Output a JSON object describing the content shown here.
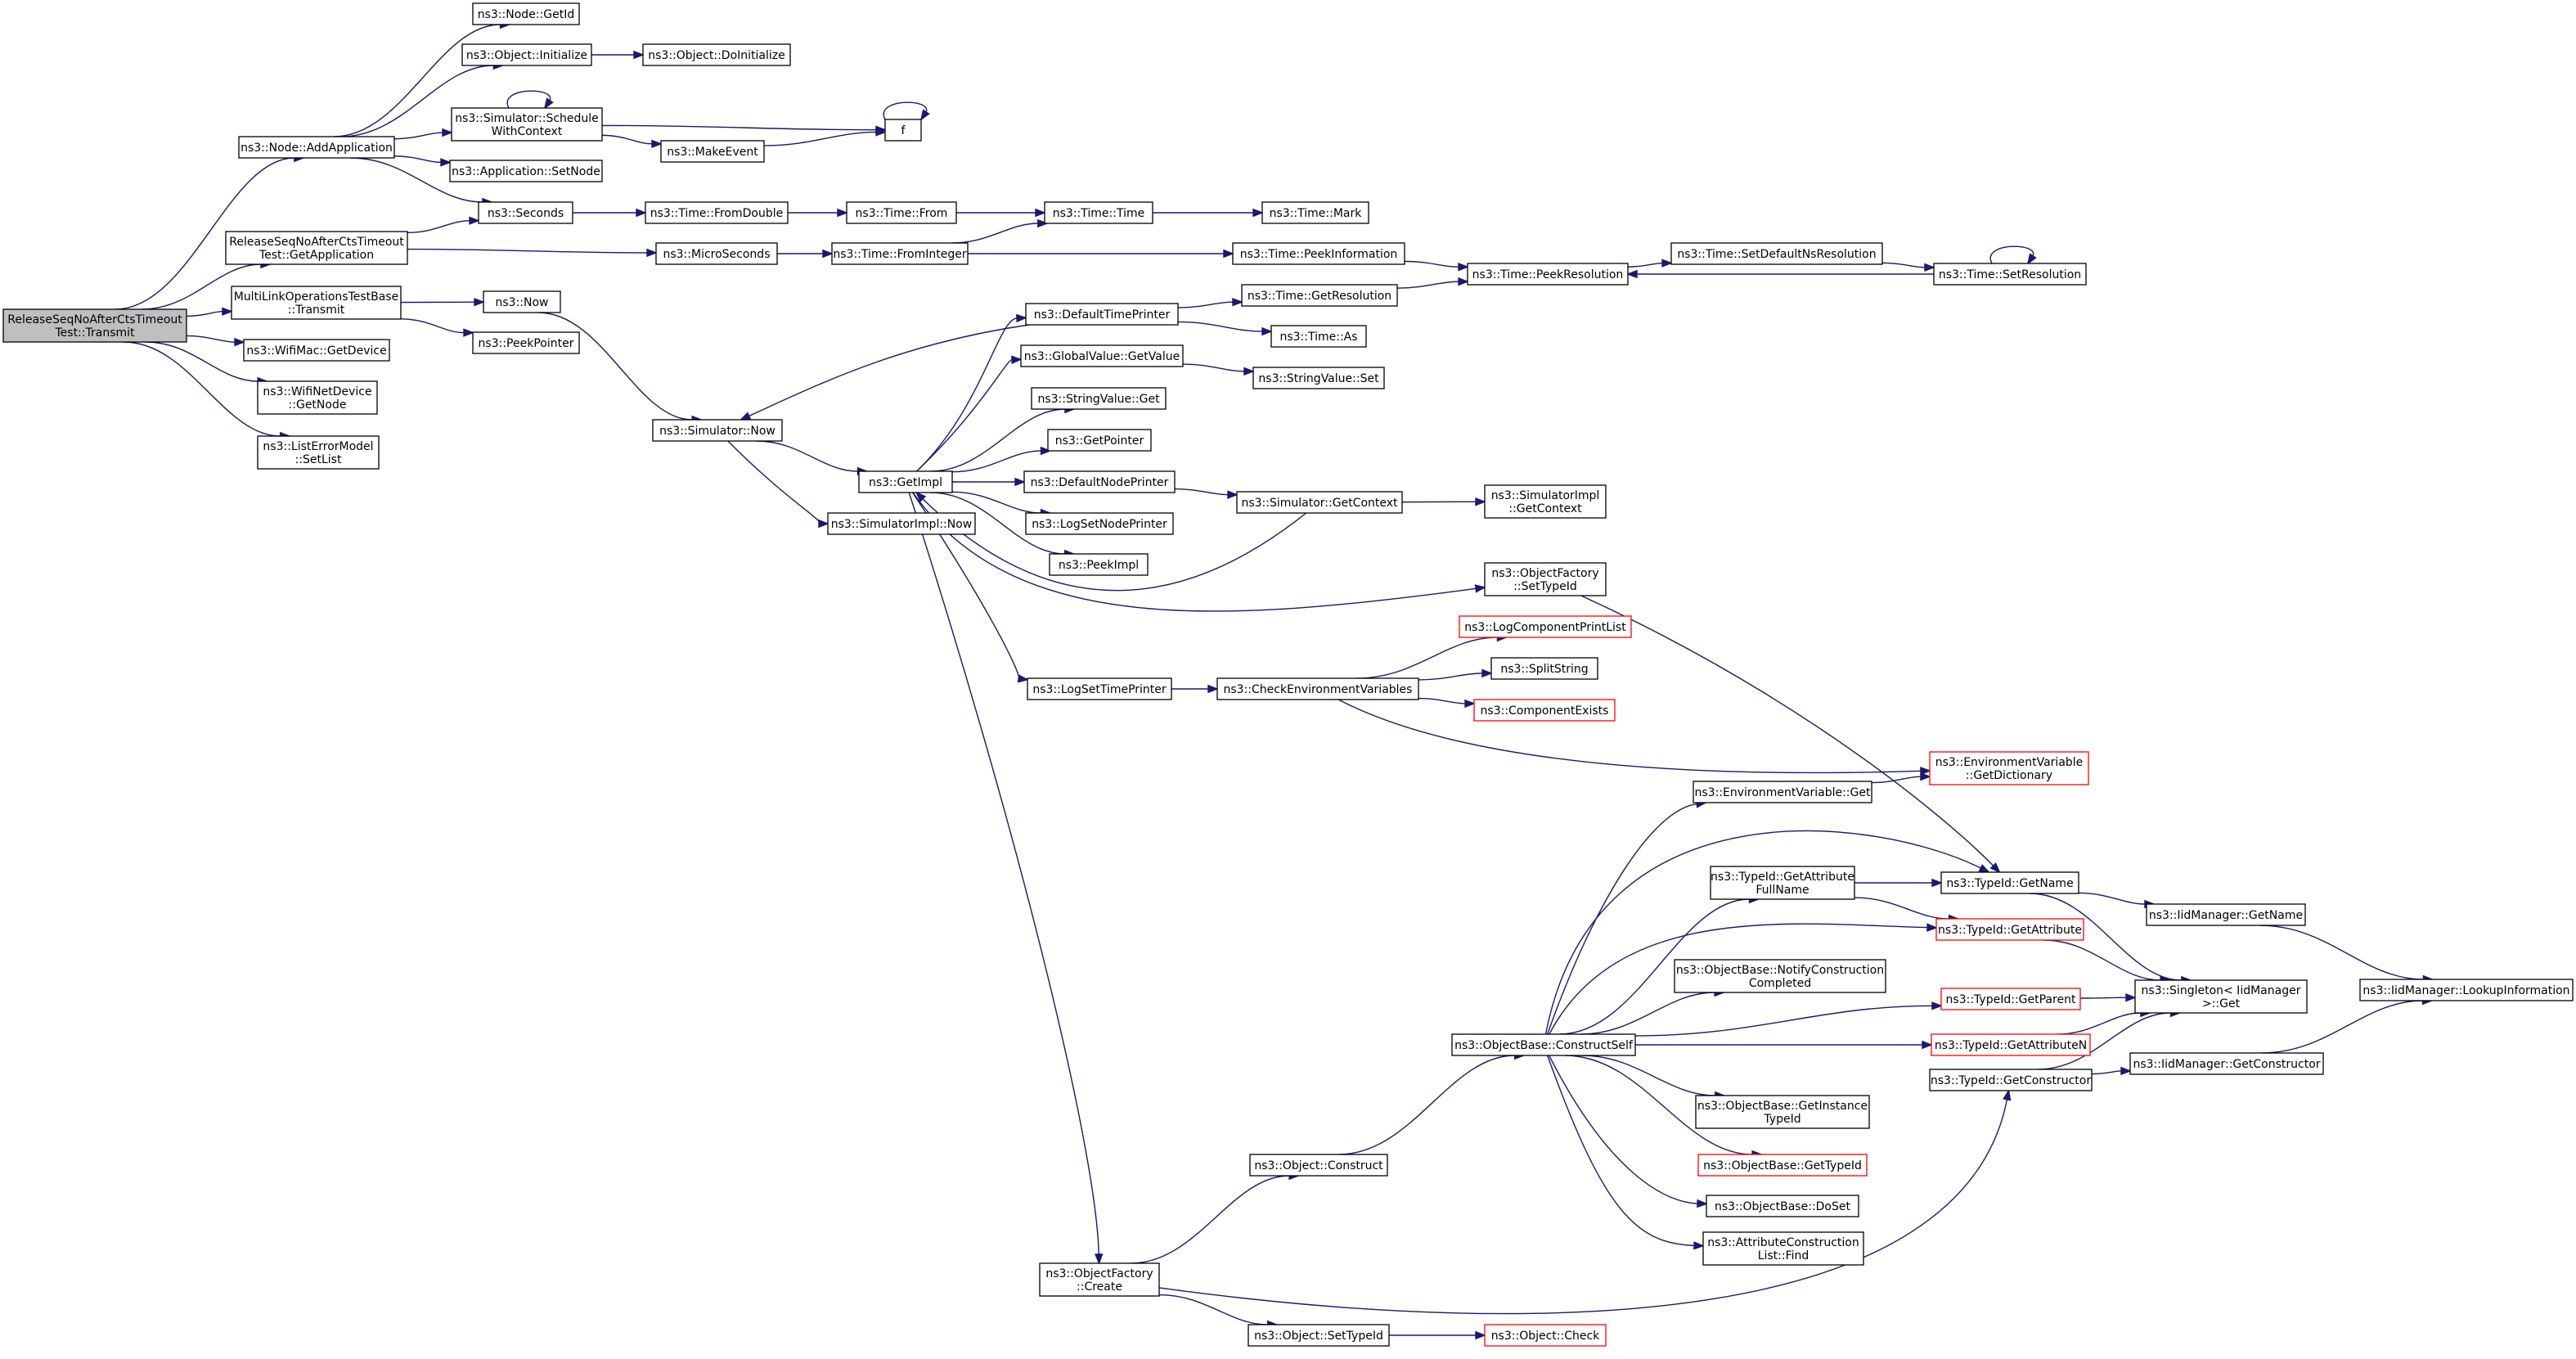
{
  "nodes": [
    {
      "id": "root",
      "lines": [
        "ReleaseSeqNoAfterCtsTimeout",
        "Test::Transmit"
      ],
      "root": true
    },
    {
      "id": "addapp",
      "lines": [
        "ns3::Node::AddApplication"
      ]
    },
    {
      "id": "relgetapp",
      "lines": [
        "ReleaseSeqNoAfterCtsTimeout",
        "Test::GetApplication"
      ]
    },
    {
      "id": "mlotransmit",
      "lines": [
        "MultiLinkOperationsTestBase",
        "::Transmit"
      ]
    },
    {
      "id": "wifimacgetdev",
      "lines": [
        "ns3::WifiMac::GetDevice"
      ]
    },
    {
      "id": "wifinetgetnode",
      "lines": [
        "ns3::WifiNetDevice",
        "::GetNode"
      ]
    },
    {
      "id": "listerr",
      "lines": [
        "ns3::ListErrorModel",
        "::SetList"
      ]
    },
    {
      "id": "nodegetid",
      "lines": [
        "ns3::Node::GetId"
      ]
    },
    {
      "id": "objinit",
      "lines": [
        "ns3::Object::Initialize"
      ]
    },
    {
      "id": "simsched",
      "lines": [
        "ns3::Simulator::Schedule",
        "WithContext"
      ]
    },
    {
      "id": "appsetnode",
      "lines": [
        "ns3::Application::SetNode"
      ]
    },
    {
      "id": "seconds",
      "lines": [
        "ns3::Seconds"
      ]
    },
    {
      "id": "objdoinit",
      "lines": [
        "ns3::Object::DoInitialize"
      ]
    },
    {
      "id": "f",
      "lines": [
        "f"
      ]
    },
    {
      "id": "makeevent",
      "lines": [
        "ns3::MakeEvent"
      ]
    },
    {
      "id": "tfromdouble",
      "lines": [
        "ns3::Time::FromDouble"
      ]
    },
    {
      "id": "tfrom",
      "lines": [
        "ns3::Time::From"
      ]
    },
    {
      "id": "ttime",
      "lines": [
        "ns3::Time::Time"
      ]
    },
    {
      "id": "tmark",
      "lines": [
        "ns3::Time::Mark"
      ]
    },
    {
      "id": "microsec",
      "lines": [
        "ns3::MicroSeconds"
      ]
    },
    {
      "id": "tfromint",
      "lines": [
        "ns3::Time::FromInteger"
      ]
    },
    {
      "id": "tpeekinfo",
      "lines": [
        "ns3::Time::PeekInformation"
      ]
    },
    {
      "id": "tpeekres",
      "lines": [
        "ns3::Time::PeekResolution"
      ]
    },
    {
      "id": "tsetdefns",
      "lines": [
        "ns3::Time::SetDefaultNsResolution"
      ]
    },
    {
      "id": "tsetres",
      "lines": [
        "ns3::Time::SetResolution"
      ]
    },
    {
      "id": "now",
      "lines": [
        "ns3::Now"
      ]
    },
    {
      "id": "peekptr",
      "lines": [
        "ns3::PeekPointer"
      ]
    },
    {
      "id": "simnow",
      "lines": [
        "ns3::Simulator::Now"
      ]
    },
    {
      "id": "getimpl",
      "lines": [
        "ns3::GetImpl"
      ]
    },
    {
      "id": "simimplnow",
      "lines": [
        "ns3::SimulatorImpl::Now"
      ]
    },
    {
      "id": "deftimeprinter",
      "lines": [
        "ns3::DefaultTimePrinter"
      ]
    },
    {
      "id": "tgetres",
      "lines": [
        "ns3::Time::GetResolution"
      ]
    },
    {
      "id": "tas",
      "lines": [
        "ns3::Time::As"
      ]
    },
    {
      "id": "gvgetvalue",
      "lines": [
        "ns3::GlobalValue::GetValue"
      ]
    },
    {
      "id": "strvalset",
      "lines": [
        "ns3::StringValue::Set"
      ]
    },
    {
      "id": "strvalget",
      "lines": [
        "ns3::StringValue::Get"
      ]
    },
    {
      "id": "getpointer",
      "lines": [
        "ns3::GetPointer"
      ]
    },
    {
      "id": "defnodeprinter",
      "lines": [
        "ns3::DefaultNodePrinter"
      ]
    },
    {
      "id": "simgetcontext",
      "lines": [
        "ns3::Simulator::GetContext"
      ]
    },
    {
      "id": "simimplgetctx",
      "lines": [
        "ns3::SimulatorImpl",
        "::GetContext"
      ]
    },
    {
      "id": "logsetnodeprinter",
      "lines": [
        "ns3::LogSetNodePrinter"
      ]
    },
    {
      "id": "peekimpl",
      "lines": [
        "ns3::PeekImpl"
      ]
    },
    {
      "id": "ofsettypeid",
      "lines": [
        "ns3::ObjectFactory",
        "::SetTypeId"
      ]
    },
    {
      "id": "logcompprint",
      "lines": [
        "ns3::LogComponentPrintList"
      ],
      "red": true
    },
    {
      "id": "logsettimeprinter",
      "lines": [
        "ns3::LogSetTimePrinter"
      ]
    },
    {
      "id": "checkenv",
      "lines": [
        "ns3::CheckEnvironmentVariables"
      ]
    },
    {
      "id": "splitstring",
      "lines": [
        "ns3::SplitString"
      ]
    },
    {
      "id": "compexists",
      "lines": [
        "ns3::ComponentExists"
      ],
      "red": true
    },
    {
      "id": "envgetdict",
      "lines": [
        "ns3::EnvironmentVariable",
        "::GetDictionary"
      ],
      "red": true
    },
    {
      "id": "envget",
      "lines": [
        "ns3::EnvironmentVariable::Get"
      ]
    },
    {
      "id": "tidgetattrfull",
      "lines": [
        "ns3::TypeId::GetAttribute",
        "FullName"
      ]
    },
    {
      "id": "tidgetname",
      "lines": [
        "ns3::TypeId::GetName"
      ]
    },
    {
      "id": "iidgetname",
      "lines": [
        "ns3::IidManager::GetName"
      ]
    },
    {
      "id": "tidgetattr",
      "lines": [
        "ns3::TypeId::GetAttribute"
      ],
      "red": true
    },
    {
      "id": "obnotify",
      "lines": [
        "ns3::ObjectBase::NotifyConstruction",
        "Completed"
      ]
    },
    {
      "id": "tidgetparent",
      "lines": [
        "ns3::TypeId::GetParent"
      ],
      "red": true
    },
    {
      "id": "singletonget",
      "lines": [
        "ns3::Singleton< IidManager",
        " >::Get"
      ]
    },
    {
      "id": "iidlookup",
      "lines": [
        "ns3::IidManager::LookupInformation"
      ]
    },
    {
      "id": "obconstructself",
      "lines": [
        "ns3::ObjectBase::ConstructSelf"
      ]
    },
    {
      "id": "tidgetattrn",
      "lines": [
        "ns3::TypeId::GetAttributeN"
      ],
      "red": true
    },
    {
      "id": "tidgetctor",
      "lines": [
        "ns3::TypeId::GetConstructor"
      ]
    },
    {
      "id": "iidgetctor",
      "lines": [
        "ns3::IidManager::GetConstructor"
      ]
    },
    {
      "id": "obgetinst",
      "lines": [
        "ns3::ObjectBase::GetInstance",
        "TypeId"
      ]
    },
    {
      "id": "objconstruct",
      "lines": [
        "ns3::Object::Construct"
      ]
    },
    {
      "id": "obgettypeid",
      "lines": [
        "ns3::ObjectBase::GetTypeId"
      ],
      "red": true
    },
    {
      "id": "obdoset",
      "lines": [
        "ns3::ObjectBase::DoSet"
      ]
    },
    {
      "id": "acfind",
      "lines": [
        "ns3::AttributeConstruction",
        "List::Find"
      ]
    },
    {
      "id": "ofcreate",
      "lines": [
        "ns3::ObjectFactory",
        "::Create"
      ]
    },
    {
      "id": "objsettypeid",
      "lines": [
        "ns3::Object::SetTypeId"
      ]
    },
    {
      "id": "objcheck",
      "lines": [
        "ns3::Object::Check"
      ],
      "red": true
    }
  ],
  "edges": [
    [
      "root",
      "addapp"
    ],
    [
      "root",
      "relgetapp"
    ],
    [
      "root",
      "mlotransmit"
    ],
    [
      "root",
      "wifimacgetdev"
    ],
    [
      "root",
      "wifinetgetnode"
    ],
    [
      "root",
      "listerr"
    ],
    [
      "addapp",
      "nodegetid"
    ],
    [
      "addapp",
      "objinit"
    ],
    [
      "addapp",
      "simsched"
    ],
    [
      "addapp",
      "appsetnode"
    ],
    [
      "addapp",
      "seconds"
    ],
    [
      "objinit",
      "objdoinit"
    ],
    [
      "simsched",
      "simsched"
    ],
    [
      "simsched",
      "f"
    ],
    [
      "simsched",
      "makeevent"
    ],
    [
      "makeevent",
      "f"
    ],
    [
      "f",
      "f"
    ],
    [
      "relgetapp",
      "seconds"
    ],
    [
      "relgetapp",
      "microsec"
    ],
    [
      "seconds",
      "tfromdouble"
    ],
    [
      "tfromdouble",
      "tfrom"
    ],
    [
      "tfrom",
      "ttime"
    ],
    [
      "ttime",
      "tmark"
    ],
    [
      "microsec",
      "tfromint"
    ],
    [
      "tfromint",
      "ttime"
    ],
    [
      "tfromint",
      "tpeekinfo"
    ],
    [
      "tpeekinfo",
      "tpeekres"
    ],
    [
      "tpeekres",
      "tsetdefns"
    ],
    [
      "tsetdefns",
      "tsetres"
    ],
    [
      "tsetres",
      "tpeekres"
    ],
    [
      "tsetres",
      "tsetres"
    ],
    [
      "mlotransmit",
      "now"
    ],
    [
      "mlotransmit",
      "peekptr"
    ],
    [
      "now",
      "simnow"
    ],
    [
      "simnow",
      "getimpl"
    ],
    [
      "simnow",
      "simimplnow"
    ],
    [
      "getimpl",
      "deftimeprinter"
    ],
    [
      "getimpl",
      "gvgetvalue"
    ],
    [
      "getimpl",
      "strvalget"
    ],
    [
      "getimpl",
      "getpointer"
    ],
    [
      "getimpl",
      "defnodeprinter"
    ],
    [
      "getimpl",
      "logsetnodeprinter"
    ],
    [
      "getimpl",
      "peekimpl"
    ],
    [
      "getimpl",
      "ofsettypeid"
    ],
    [
      "getimpl",
      "logsettimeprinter"
    ],
    [
      "getimpl",
      "ofcreate"
    ],
    [
      "deftimeprinter",
      "simnow"
    ],
    [
      "deftimeprinter",
      "tgetres"
    ],
    [
      "deftimeprinter",
      "tas"
    ],
    [
      "tgetres",
      "tpeekres"
    ],
    [
      "gvgetvalue",
      "strvalset"
    ],
    [
      "defnodeprinter",
      "simgetcontext"
    ],
    [
      "simgetcontext",
      "simimplgetctx"
    ],
    [
      "simgetcontext",
      "getimpl"
    ],
    [
      "ofsettypeid",
      "tidgetname"
    ],
    [
      "logsettimeprinter",
      "checkenv"
    ],
    [
      "checkenv",
      "logcompprint"
    ],
    [
      "checkenv",
      "splitstring"
    ],
    [
      "checkenv",
      "compexists"
    ],
    [
      "checkenv",
      "envgetdict"
    ],
    [
      "envget",
      "envgetdict"
    ],
    [
      "obconstructself",
      "envget"
    ],
    [
      "obconstructself",
      "tidgetname"
    ],
    [
      "obconstructself",
      "tidgetattrfull"
    ],
    [
      "obconstructself",
      "tidgetattr"
    ],
    [
      "obconstructself",
      "obnotify"
    ],
    [
      "obconstructself",
      "tidgetparent"
    ],
    [
      "obconstructself",
      "tidgetattrn"
    ],
    [
      "obconstructself",
      "obgetinst"
    ],
    [
      "obconstructself",
      "obgettypeid"
    ],
    [
      "obconstructself",
      "obdoset"
    ],
    [
      "obconstructself",
      "acfind"
    ],
    [
      "tidgetattrfull",
      "tidgetname"
    ],
    [
      "tidgetattrfull",
      "tidgetattr"
    ],
    [
      "tidgetname",
      "iidgetname"
    ],
    [
      "tidgetname",
      "singletonget"
    ],
    [
      "iidgetname",
      "iidlookup"
    ],
    [
      "tidgetattr",
      "singletonget"
    ],
    [
      "tidgetparent",
      "singletonget"
    ],
    [
      "tidgetattrn",
      "singletonget"
    ],
    [
      "tidgetctor",
      "singletonget"
    ],
    [
      "tidgetctor",
      "iidgetctor"
    ],
    [
      "iidgetctor",
      "iidlookup"
    ],
    [
      "objconstruct",
      "obconstructself"
    ],
    [
      "ofcreate",
      "objconstruct"
    ],
    [
      "ofcreate",
      "objsettypeid"
    ],
    [
      "ofcreate",
      "tidgetctor"
    ],
    [
      "objsettypeid",
      "objcheck"
    ]
  ]
}
